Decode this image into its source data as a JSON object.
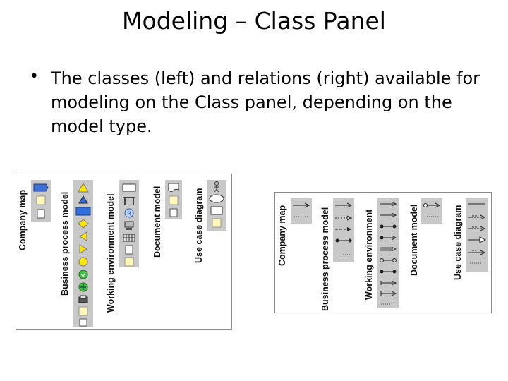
{
  "slide": {
    "title": "Modeling – Class Panel",
    "bullet": "The classes (left) and relations (right) available for modeling on the Class panel, depending on the model type."
  },
  "left_panel": {
    "columns": [
      {
        "label": "Company map",
        "icons": [
          "process-block-icon",
          "class-square-icon",
          "class-square-outline-icon"
        ]
      },
      {
        "label": "Business process model",
        "icons": [
          "warning-triangle-icon",
          "triangle-icon",
          "activity-icon",
          "decision-diamond-icon",
          "triangle-left-icon",
          "triangle-right-icon",
          "circle-yellow-icon",
          "circle-green-icon",
          "circle-green-variant-icon",
          "printer-icon",
          "class-square-icon",
          "class-square-outline-icon"
        ]
      },
      {
        "label": "Working environment model",
        "icons": [
          "rectangle-icon",
          "table-icon",
          "resource-icon",
          "computer-icon",
          "grid-icon",
          "class-square-outline-icon",
          "class-square-icon"
        ]
      },
      {
        "label": "Document model",
        "icons": [
          "document-icon",
          "class-square-icon",
          "class-square-outline-icon"
        ]
      },
      {
        "label": "Use case diagram",
        "icons": [
          "actor-icon",
          "ellipse-icon",
          "rectangle-icon",
          "class-square-icon"
        ]
      }
    ]
  },
  "right_panel": {
    "columns": [
      {
        "label": "Company map",
        "icons": [
          "arrow-relation-icon",
          "dotted-relation-icon"
        ]
      },
      {
        "label": "Business process model",
        "icons": [
          "arrow-relation-icon",
          "dotted-arrow-relation-icon",
          "dashed-arrow-relation-icon",
          "dot-line-relation-icon",
          "dotted-relation-icon"
        ]
      },
      {
        "label": "Working environment",
        "icons": [
          "arrow-relation-icon",
          "arrow-relation-icon",
          "dot-line-relation-icon",
          "dot-arrow-relation-icon",
          "multi-arrow-relation-icon",
          "dot-line-relation-icon",
          "dot-line-relation-icon",
          "arrow-relation-icon",
          "arrow-relation-icon",
          "dotted-relation-icon"
        ]
      },
      {
        "label": "Document model",
        "icons": [
          "circle-arrow-relation-icon",
          "dotted-relation-icon"
        ]
      },
      {
        "label": "Use case diagram",
        "icons": [
          "line-relation-icon",
          "includes-relation-icon",
          "extends-relation-icon",
          "generalization-relation-icon",
          "uses-relation-icon",
          "dotted-relation-icon"
        ]
      }
    ]
  }
}
